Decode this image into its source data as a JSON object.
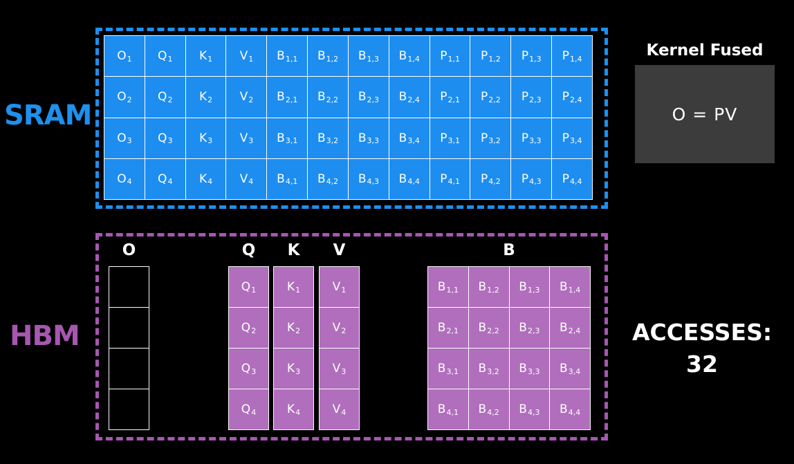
{
  "sram": {
    "label": "SRAM",
    "rows": [
      [
        [
          "O",
          "1"
        ],
        [
          "Q",
          "1"
        ],
        [
          "K",
          "1"
        ],
        [
          "V",
          "1"
        ],
        [
          "B",
          "1,1"
        ],
        [
          "B",
          "1,2"
        ],
        [
          "B",
          "1,3"
        ],
        [
          "B",
          "1,4"
        ],
        [
          "P",
          "1,1"
        ],
        [
          "P",
          "1,2"
        ],
        [
          "P",
          "1,3"
        ],
        [
          "P",
          "1,4"
        ]
      ],
      [
        [
          "O",
          "2"
        ],
        [
          "Q",
          "2"
        ],
        [
          "K",
          "2"
        ],
        [
          "V",
          "2"
        ],
        [
          "B",
          "2,1"
        ],
        [
          "B",
          "2,2"
        ],
        [
          "B",
          "2,3"
        ],
        [
          "B",
          "2,4"
        ],
        [
          "P",
          "2,1"
        ],
        [
          "P",
          "2,2"
        ],
        [
          "P",
          "2,3"
        ],
        [
          "P",
          "2,4"
        ]
      ],
      [
        [
          "O",
          "3"
        ],
        [
          "Q",
          "3"
        ],
        [
          "K",
          "3"
        ],
        [
          "V",
          "3"
        ],
        [
          "B",
          "3,1"
        ],
        [
          "B",
          "3,2"
        ],
        [
          "B",
          "3,3"
        ],
        [
          "B",
          "3,4"
        ],
        [
          "P",
          "3,1"
        ],
        [
          "P",
          "3,2"
        ],
        [
          "P",
          "3,3"
        ],
        [
          "P",
          "3,4"
        ]
      ],
      [
        [
          "O",
          "4"
        ],
        [
          "Q",
          "4"
        ],
        [
          "K",
          "4"
        ],
        [
          "V",
          "4"
        ],
        [
          "B",
          "4,1"
        ],
        [
          "B",
          "4,2"
        ],
        [
          "B",
          "4,3"
        ],
        [
          "B",
          "4,4"
        ],
        [
          "P",
          "4,1"
        ],
        [
          "P",
          "4,2"
        ],
        [
          "P",
          "4,3"
        ],
        [
          "P",
          "4,4"
        ]
      ]
    ]
  },
  "kernel": {
    "title": "Kernel Fused",
    "formula": "O = PV"
  },
  "hbm": {
    "label": "HBM",
    "headers": {
      "o": "O",
      "q": "Q",
      "k": "K",
      "v": "V",
      "b": "B"
    },
    "q": [
      [
        "Q",
        "1"
      ],
      [
        "Q",
        "2"
      ],
      [
        "Q",
        "3"
      ],
      [
        "Q",
        "4"
      ]
    ],
    "k": [
      [
        "K",
        "1"
      ],
      [
        "K",
        "2"
      ],
      [
        "K",
        "3"
      ],
      [
        "K",
        "4"
      ]
    ],
    "v": [
      [
        "V",
        "1"
      ],
      [
        "V",
        "2"
      ],
      [
        "V",
        "3"
      ],
      [
        "V",
        "4"
      ]
    ],
    "o_empty_cells": 4,
    "b": [
      [
        [
          "B",
          "1,1"
        ],
        [
          "B",
          "1,2"
        ],
        [
          "B",
          "1,3"
        ],
        [
          "B",
          "1,4"
        ]
      ],
      [
        [
          "B",
          "2,1"
        ],
        [
          "B",
          "2,2"
        ],
        [
          "B",
          "2,3"
        ],
        [
          "B",
          "2,4"
        ]
      ],
      [
        [
          "B",
          "3,1"
        ],
        [
          "B",
          "3,2"
        ],
        [
          "B",
          "3,3"
        ],
        [
          "B",
          "3,4"
        ]
      ],
      [
        [
          "B",
          "4,1"
        ],
        [
          "B",
          "4,2"
        ],
        [
          "B",
          "4,3"
        ],
        [
          "B",
          "4,4"
        ]
      ]
    ]
  },
  "accesses": {
    "label": "ACCESSES:",
    "value": "32"
  },
  "colors": {
    "sram_accent": "#1e90ee",
    "sram_cell": "#1d8df0",
    "hbm_accent": "#a657b0",
    "hbm_cell": "#b06ebc",
    "kernel_panel": "#3c3c3c"
  }
}
